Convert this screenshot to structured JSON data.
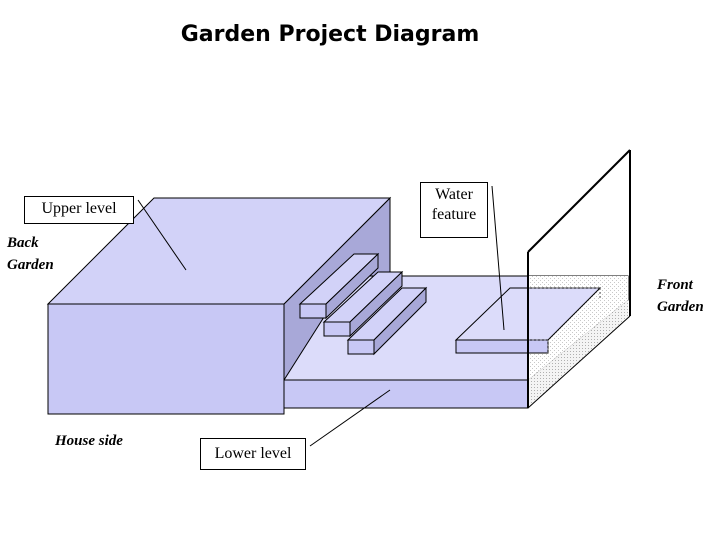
{
  "title": "Garden Project Diagram",
  "labels": {
    "upper_level": "Upper level",
    "water_feature_line1": "Water",
    "water_feature_line2": "feature",
    "lower_level": "Lower level",
    "back_garden_line1": "Back",
    "back_garden_line2": "Garden",
    "front_garden_line1": "Front",
    "front_garden_line2": "Garden",
    "house_side": "House side"
  },
  "colors": {
    "block_front": "#c8c8f5",
    "block_top": "#d2d2f8",
    "block_side": "#a8a8d8",
    "lower_surface": "#dcdcfa",
    "outline": "#000000"
  }
}
